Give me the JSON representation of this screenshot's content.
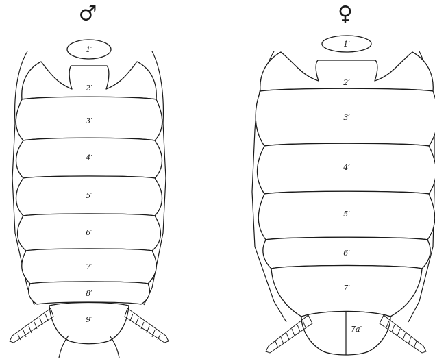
{
  "specimens": [
    {
      "symbol": "♂",
      "segments": [
        "1′",
        "2′",
        "3′",
        "4′",
        "5′",
        "6′",
        "7′",
        "8′",
        "9′"
      ]
    },
    {
      "symbol": "♀",
      "segments": [
        "1′",
        "2′",
        "3′",
        "4′",
        "5′",
        "6′",
        "7′",
        "7a′"
      ]
    }
  ],
  "colors": {
    "ink": "#1a1a1a",
    "paper": "#ffffff"
  }
}
